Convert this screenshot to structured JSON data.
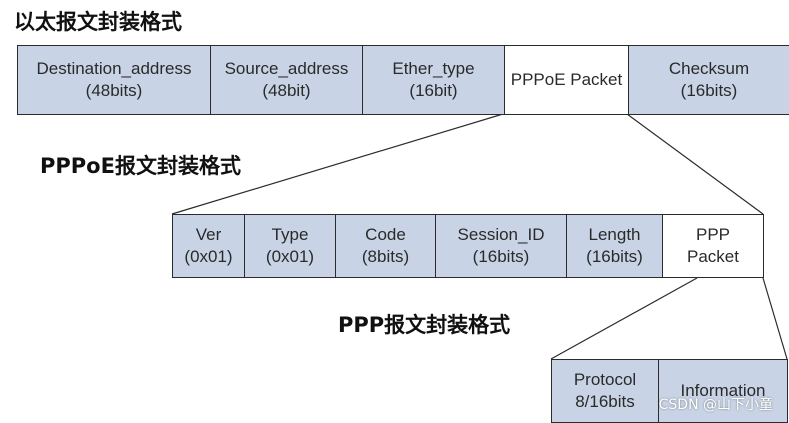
{
  "headings": {
    "ethernet": "以太报文封装格式",
    "pppoe": "PPPoE报文封装格式",
    "ppp": "PPP报文封装格式"
  },
  "ethernet_fields": [
    {
      "name": "Destination_address",
      "size": "(48bits)"
    },
    {
      "name": "Source_address",
      "size": "(48bit)"
    },
    {
      "name": "Ether_type",
      "size": "(16bit)"
    },
    {
      "name": "PPPoE Packet",
      "size": ""
    },
    {
      "name": "Checksum",
      "size": "(16bits)"
    }
  ],
  "pppoe_fields": [
    {
      "name": "Ver",
      "size": "(0x01)"
    },
    {
      "name": "Type",
      "size": "(0x01)"
    },
    {
      "name": "Code",
      "size": "(8bits)"
    },
    {
      "name": "Session_ID",
      "size": "(16bits)"
    },
    {
      "name": "Length",
      "size": "(16bits)"
    },
    {
      "name": "PPP",
      "size": "Packet"
    }
  ],
  "ppp_fields": [
    {
      "name": "Protocol",
      "size": "8/16bits"
    },
    {
      "name": "Information",
      "size": ""
    }
  ],
  "watermark": "CSDN @山下小童",
  "colors": {
    "field_fill": "#c8d4e6",
    "highlight_fill": "#ffffff",
    "border": "#2b2b2b"
  }
}
